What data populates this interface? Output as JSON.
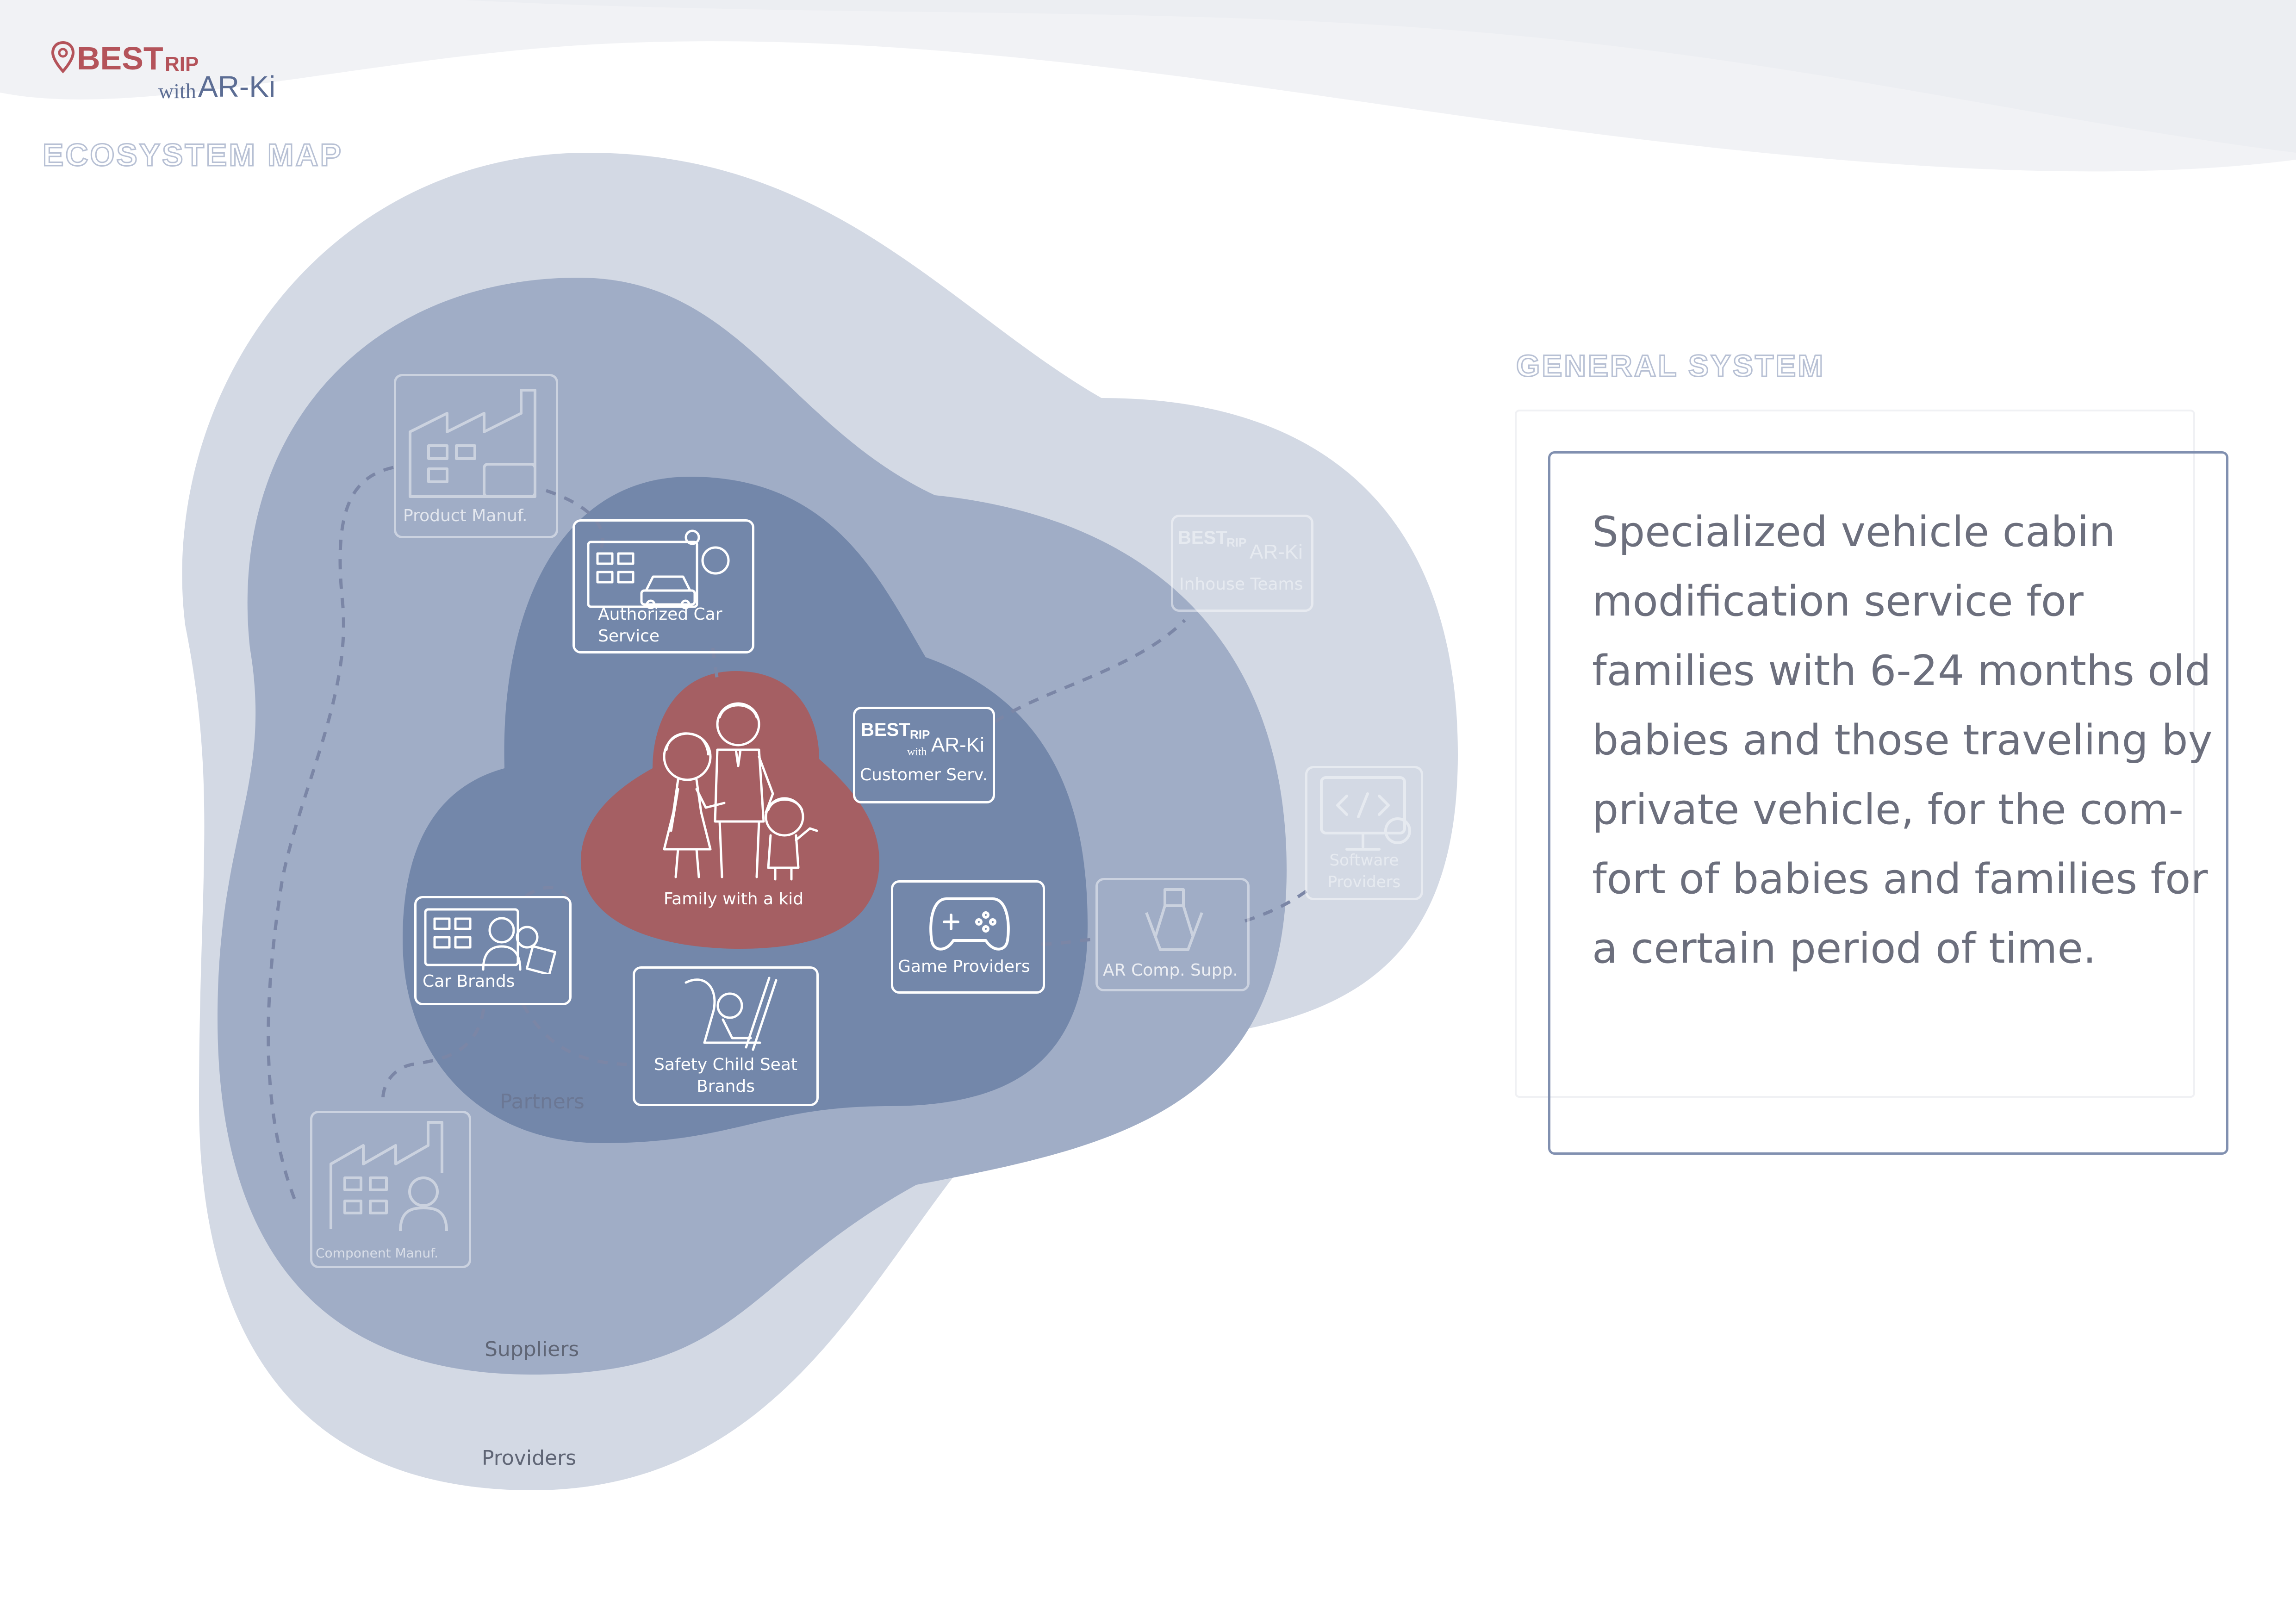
{
  "logo": {
    "best": "BEST",
    "rip": "RIP",
    "with": "with",
    "arki": "AR-Ki"
  },
  "page_title": "ECOSYSTEM MAP",
  "general_system": {
    "title": "GENERAL SYSTEM",
    "description_lines": [
      "Specialized vehicle cabin",
      "modification service for",
      "families with 6-24 months old",
      "babies and those traveling by",
      "private vehicle, for the com-",
      "fort of babies and families for",
      "a certain period of time."
    ]
  },
  "rings": {
    "partners": "Partners",
    "suppliers": "Suppliers",
    "providers": "Providers"
  },
  "nodes": {
    "center": "Family with a kid",
    "authorized_car_service": [
      "Authorized Car",
      "Service"
    ],
    "customer_service": "Customer Serv.",
    "car_brands": "Car Brands",
    "safety_child_seat": [
      "Safety Child Seat",
      "Brands"
    ],
    "game_providers": "Game Providers",
    "product_manuf": "Product Manuf.",
    "component_manuf": "Component Manuf.",
    "ar_comp_supp": "AR Comp. Supp.",
    "inhouse_teams": "Inhouse Teams",
    "software_providers": [
      "Software",
      "Providers"
    ]
  },
  "colors": {
    "ring_outer": "#d3d9e4",
    "ring_middle": "#a0adc6",
    "ring_inner": "#7387aa",
    "center": "#a55f63",
    "accent": "#b4535a",
    "box_border": "#8190b0"
  }
}
